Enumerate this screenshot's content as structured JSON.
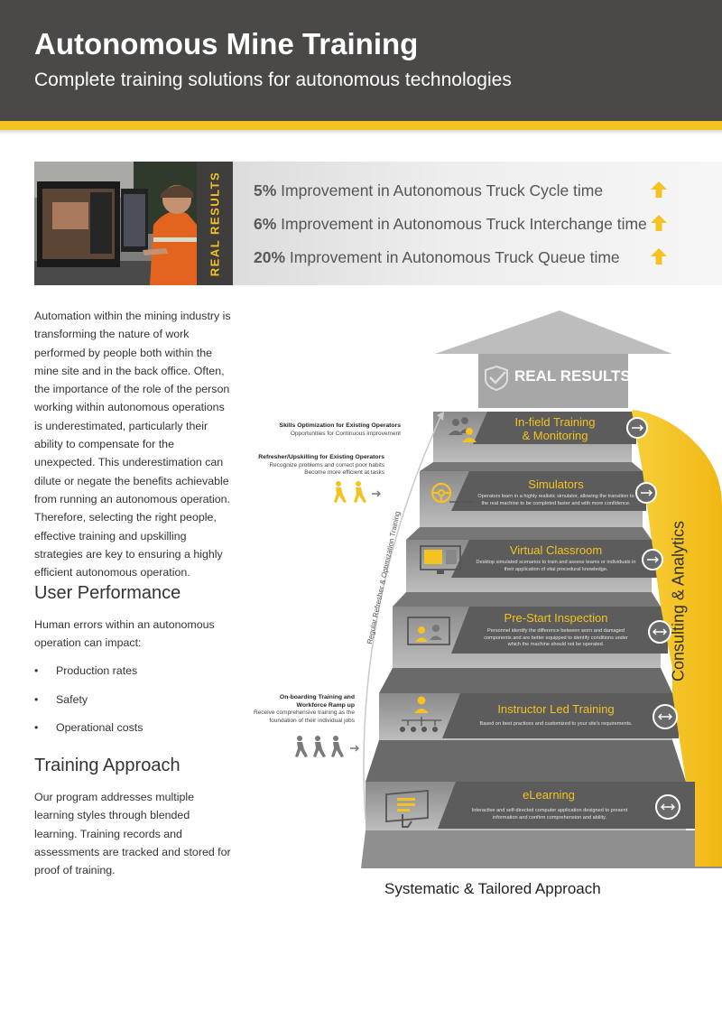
{
  "header": {
    "title": "Autonomous Mine Training",
    "subtitle": "Complete training solutions for autonomous technologies"
  },
  "results_banner": {
    "label": "REAL RESULTS",
    "items": [
      {
        "percent": "5%",
        "text": "Improvement in Autonomous Truck Cycle time"
      },
      {
        "percent": "6%",
        "text": "Improvement in Autonomous Truck Interchange time"
      },
      {
        "percent": "20%",
        "text": "Improvement in Autonomous Truck Queue time"
      }
    ]
  },
  "intro": "Automation within the mining industry is transforming the nature of work performed by people both within the mine site and in the back office. Often, the importance of the role of the person working within autonomous operations is underestimated, particularly their ability to compensate for the unexpected. This underestimation can dilute or negate the benefits achievable from running an autonomous operation. Therefore, selecting the right people, effective training and upskilling strategies are key to ensuring a highly efficient autonomous operation.",
  "user_performance": {
    "heading": "User Performance",
    "text": "Human errors within an autonomous operation can impact:",
    "bullets": [
      "Production rates",
      "Safety",
      "Operational costs"
    ]
  },
  "training_approach": {
    "heading": "Training Approach",
    "text": "Our program addresses multiple learning styles through blended learning. Training records and assessments are tracked and stored for proof of training."
  },
  "infographic": {
    "top_label": "REAL RESULTS",
    "side_label": "Consulting & Analytics",
    "curve_label": "Regular Refresher & Optimization Training",
    "caption": "Systematic & Tailored Approach",
    "notes": [
      {
        "title": "Skills Optimization for Existing Operators",
        "text": "Opportunities for Continuous improvement"
      },
      {
        "title": "Refresher/Upskilling for Existing Operators",
        "text": "Recognize problems and correct poor habits",
        "text2": "Become more efficient at tasks"
      },
      {
        "title": "On-boarding Training and",
        "title2": "Workforce Ramp up",
        "text": "Receive comprehensive training as the",
        "text2": "foundation of their individual jobs"
      }
    ],
    "steps": [
      {
        "title": "In-field Training",
        "title2": "& Monitoring",
        "desc": "",
        "icon": "people-icon"
      },
      {
        "title": "Simulators",
        "desc": "Operators learn in a highly realistic simulator, allowing the transition to the real machine to be completed faster and with more confidence.",
        "icon": "steering-wheel-icon"
      },
      {
        "title": "Virtual Classroom",
        "desc": "Desktop simulated scenarios to train and assess teams or individuals in their application of vital procedural knowledge.",
        "icon": "monitor-icon"
      },
      {
        "title": "Pre-Start Inspection",
        "desc": "Personnel identify the difference between worn and damaged components and are better equipped to identify conditions under which the machine should not be operated.",
        "icon": "inspection-icon"
      },
      {
        "title": "Instructor Led Training",
        "desc": "Based on best practices and customized to your site's requirements.",
        "icon": "instructor-icon"
      },
      {
        "title": "eLearning",
        "desc": "Interactive and self-directed computer application designed to present information and confirm comprehension and ability.",
        "icon": "tablet-icon"
      }
    ]
  },
  "colors": {
    "accent": "#f4c221",
    "header": "#4a4947",
    "step_dark": "#5a5a5a"
  }
}
